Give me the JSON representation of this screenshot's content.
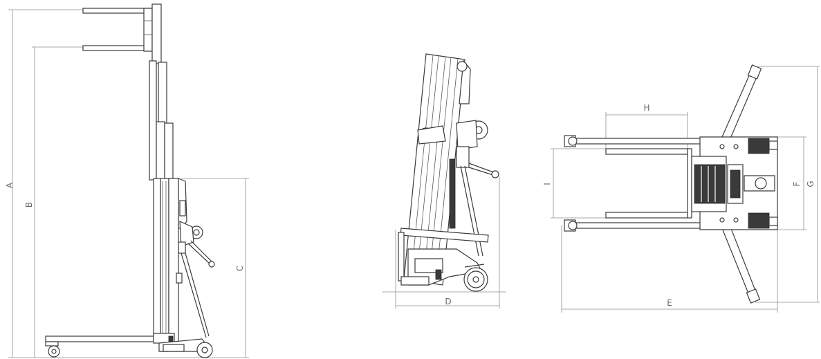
{
  "dimension_labels": {
    "a": "A",
    "b": "B",
    "c": "C",
    "d": "D",
    "e": "E",
    "f": "F",
    "g": "G",
    "h": "H",
    "i": "I"
  },
  "colors": {
    "line": "#3a3a3a",
    "dimension_line": "#8c8c8c",
    "label": "#6a6a6a",
    "background": "#ffffff"
  }
}
